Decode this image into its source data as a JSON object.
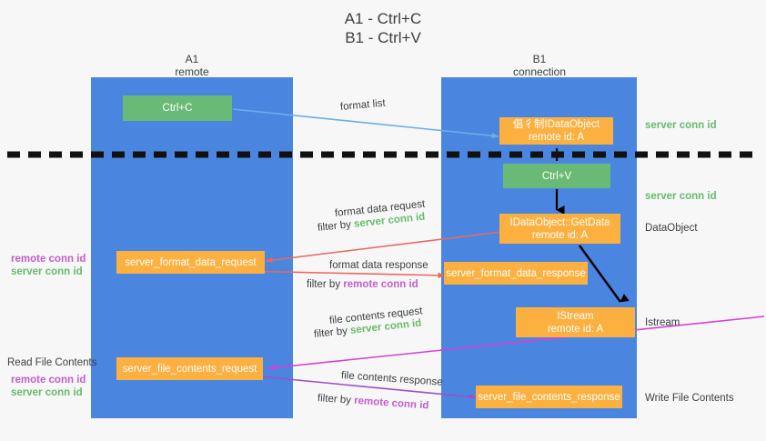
{
  "title": "A1 - Ctrl+C\nB1 - Ctrl+V",
  "lanes": [
    {
      "name": "A1",
      "role": "remote"
    },
    {
      "name": "B1",
      "role": "connection"
    }
  ],
  "colors": {
    "lane": "#4a86e0",
    "green_box": "#6aba77",
    "orange_box": "#fbb040",
    "green_text": "#66bb6a",
    "purple_text": "#c45ccc",
    "blue_arrow": "#6aaee8",
    "red_arrow": "#e8685d",
    "magenta_arrow": "#d63fd6",
    "purple_arrow": "#9b51c9",
    "black_arrow": "#000000",
    "background": "#f7f7f7",
    "text": "#3c4043"
  },
  "boxes": {
    "ctrl_c": {
      "label": "Ctrl+C"
    },
    "clipboard_dataobject": {
      "label": "倡彳制IDataObject",
      "sub": "remote id: A"
    },
    "ctrl_v": {
      "label": "Ctrl+V"
    },
    "getdata": {
      "label": "IDataObject::GetData",
      "sub": "remote id: A"
    },
    "istream": {
      "label": "IStream",
      "sub": "remote id: A"
    },
    "server_format_data_request": {
      "label": "server_format_data_request"
    },
    "server_format_data_response": {
      "label": "server_format_data_response"
    },
    "server_file_contents_request": {
      "label": "server_file_contents_request"
    },
    "server_file_contents_response": {
      "label": "server_file_contents_response"
    }
  },
  "right_labels": {
    "server_conn_id_top": "server conn id",
    "server_conn_id_mid": "server conn id",
    "dataobject": "DataObject",
    "istream": "Istream",
    "write_file_contents": "Write File Contents"
  },
  "left_labels": {
    "format_remote": "remote conn id",
    "format_server": "server conn id",
    "read_file_contents": "Read File Contents",
    "file_remote": "remote conn id",
    "file_server": "server conn id"
  },
  "edges": {
    "format_list": "format list",
    "format_data_request": "format data request",
    "format_data_request_filter_prefix": "filter by ",
    "format_data_request_filter_value": "server conn id",
    "format_data_response": "format data response",
    "format_data_response_filter_prefix": "filter by ",
    "format_data_response_filter_value": "remote conn id",
    "file_contents_request": "file contents request",
    "file_contents_request_filter_prefix": "filter by ",
    "file_contents_request_filter_value": "server conn id",
    "file_contents_response": "file contents response",
    "file_contents_response_filter_prefix": "filter by ",
    "file_contents_response_filter_value": "remote conn id"
  }
}
